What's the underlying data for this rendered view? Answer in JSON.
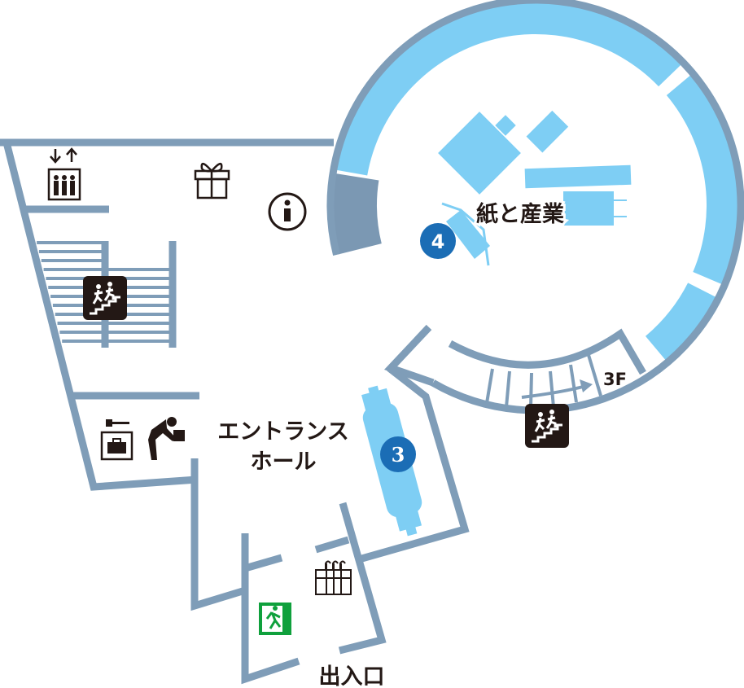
{
  "map": {
    "areas": {
      "paper_industry": "紙と産業",
      "entrance_hall_line1": "エントランス",
      "entrance_hall_line2": "ホール",
      "entrance_exit": "出入口",
      "floor_up": "3F"
    },
    "badges": [
      {
        "number": "4",
        "area": "紙と産業"
      },
      {
        "number": "3",
        "area": "エントランスホール"
      }
    ],
    "icons": [
      "elevator-icon",
      "gift-shop-icon",
      "information-icon",
      "escalator-icon",
      "coin-locker-icon",
      "drinking-fountain-icon",
      "umbrella-stand-icon",
      "emergency-exit-icon",
      "stairs-icon"
    ],
    "colors": {
      "wall": "#7f9db8",
      "exhibit": "#7ecef4",
      "badge": "#1b6db5",
      "exit_sign": "#0fa03c",
      "text": "#231815"
    }
  }
}
